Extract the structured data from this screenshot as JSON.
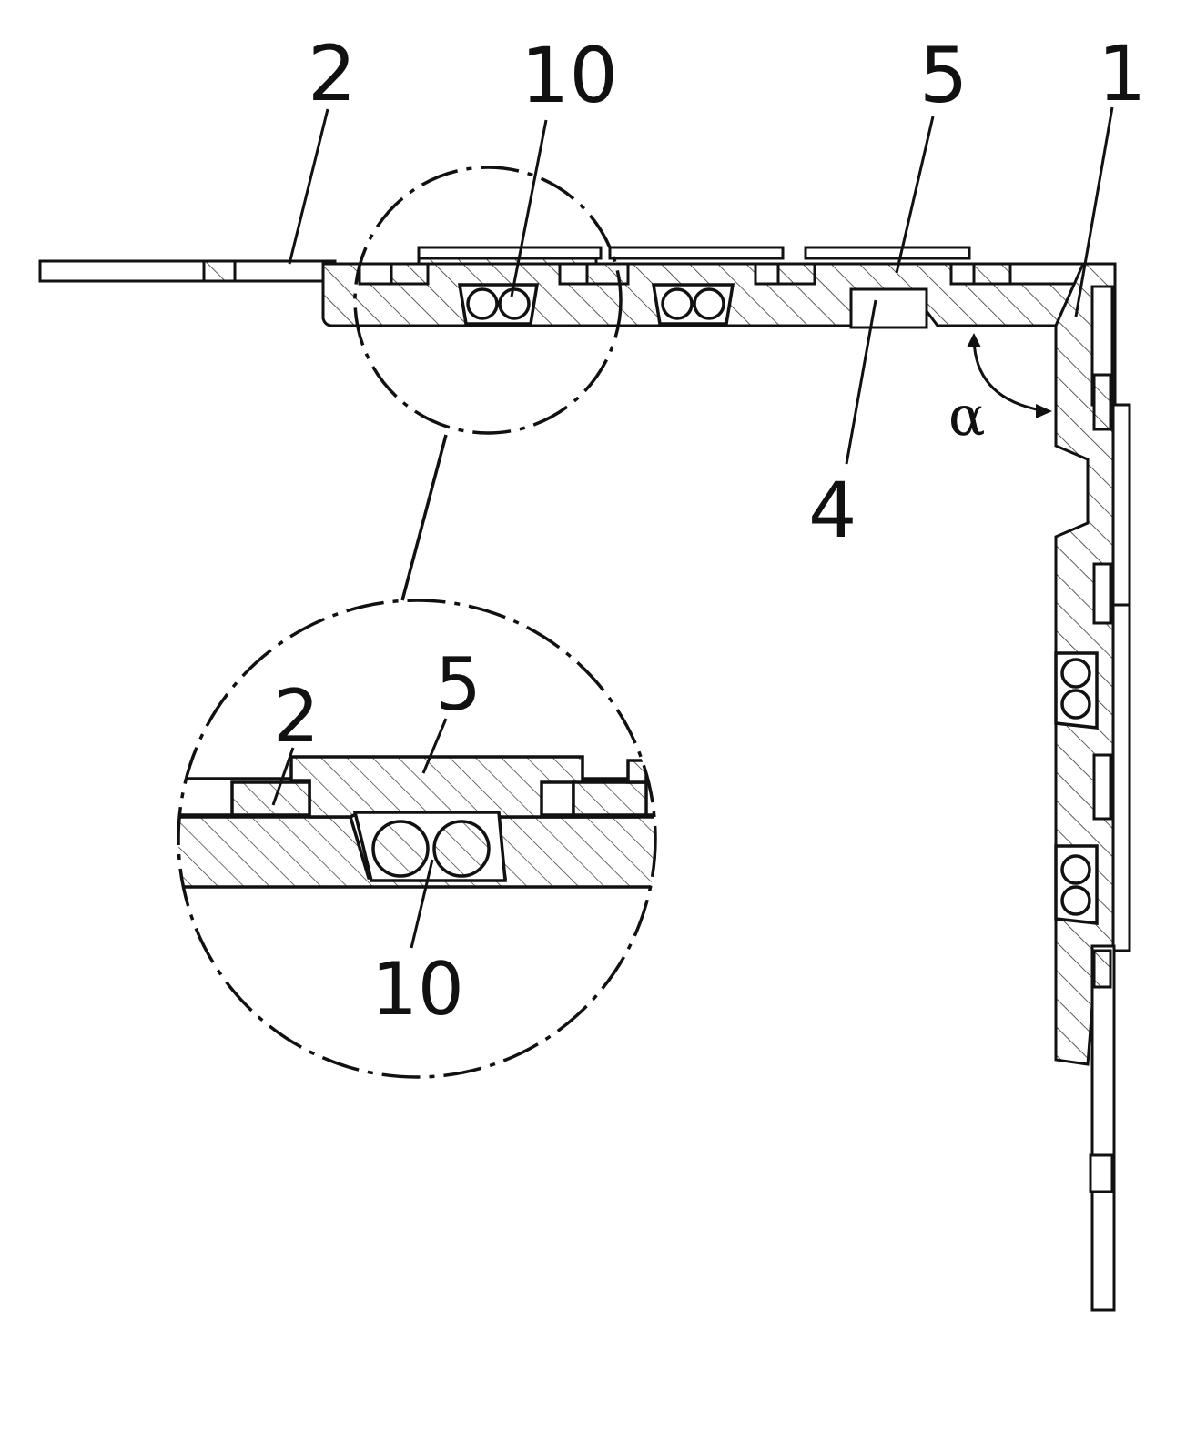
{
  "figure": {
    "labels": {
      "main_view": {
        "plate_2": "2",
        "seal_10": "10",
        "connector_5": "5",
        "frame_1": "1",
        "groove_4": "4",
        "angle_alpha": "α"
      },
      "detail_view": {
        "plate_2": "2",
        "connector_5": "5",
        "seal_10": "10"
      }
    },
    "colors": {
      "line": "#111111",
      "hatch": "#333333",
      "background": "#ffffff"
    }
  }
}
